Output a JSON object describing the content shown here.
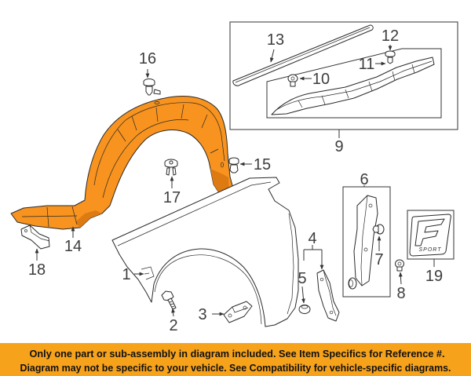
{
  "diagram": {
    "callouts": {
      "c1": "1",
      "c2": "2",
      "c3": "3",
      "c4": "4",
      "c5": "5",
      "c6": "6",
      "c7": "7",
      "c8": "8",
      "c9": "9",
      "c10": "10",
      "c11": "11",
      "c12": "12",
      "c13": "13",
      "c14": "14",
      "c15": "15",
      "c16": "16",
      "c17": "17",
      "c18": "18",
      "c19": "19"
    },
    "emblem_text": "SPORT"
  },
  "banner": {
    "line1": "Only one part or sub-assembly in diagram included. See Item Specifics for Reference #.",
    "line2": "Diagram may not be specific to your vehicle. See Compatibility for vehicle-specific diagrams."
  },
  "colors": {
    "banner": "#F7A21B",
    "liner": "#F7931E",
    "liner_shade": "#DD7A12"
  }
}
